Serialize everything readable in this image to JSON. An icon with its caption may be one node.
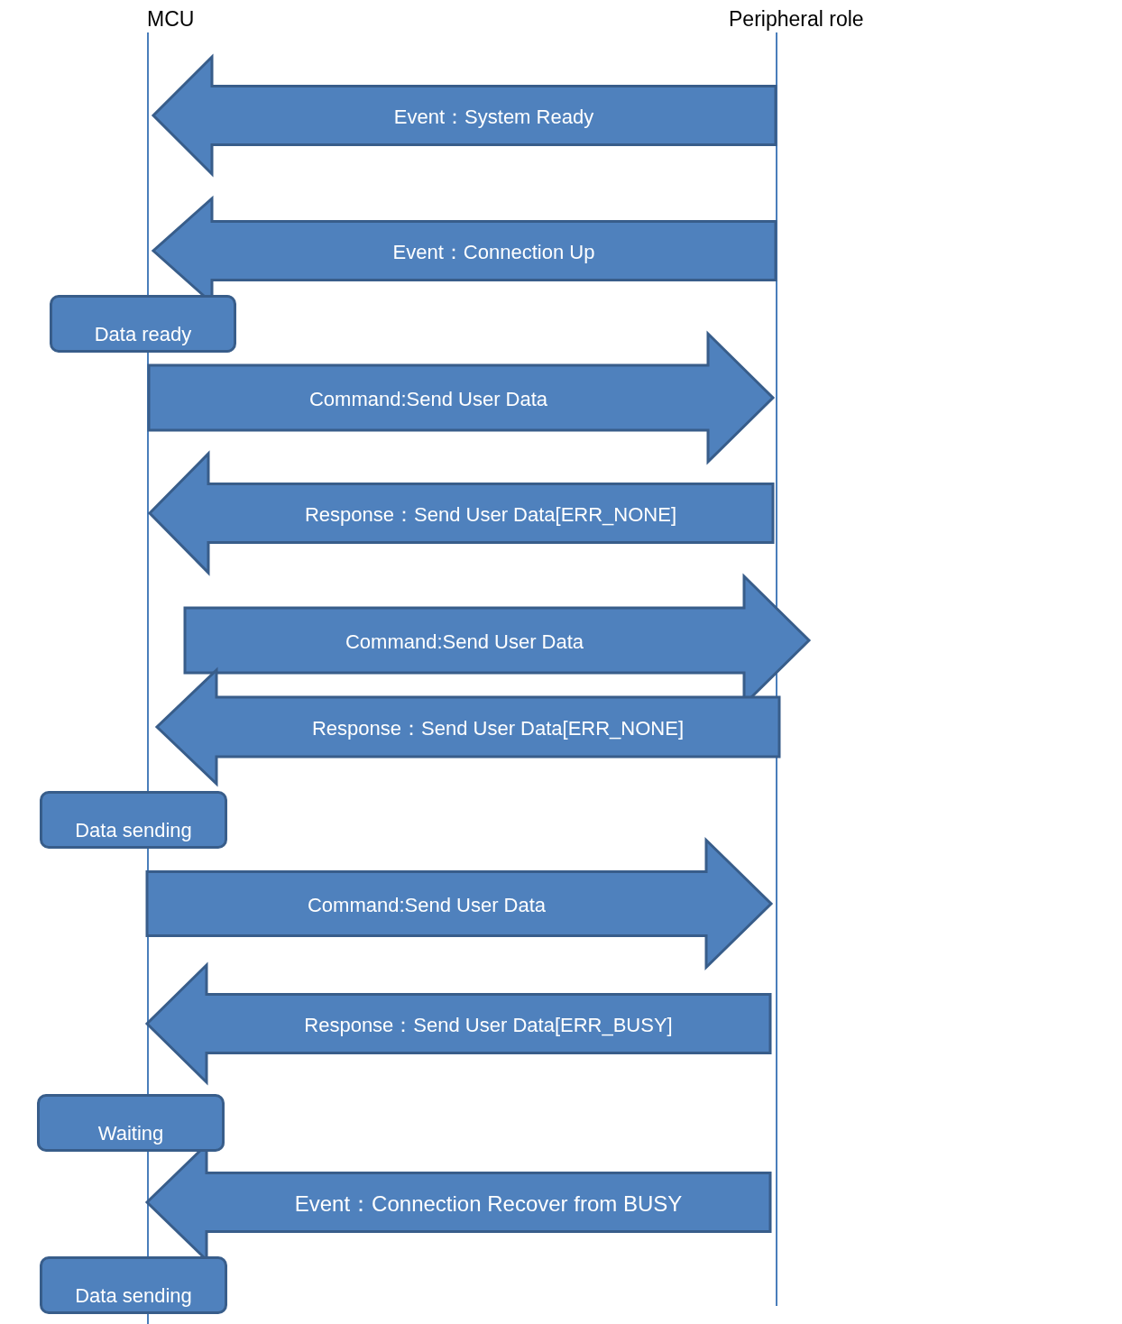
{
  "diagram": {
    "nodes": [
      {
        "text": [
          "MCU"
        ]
      },
      {
        "text": [
          "Peripheral role"
        ]
      },
      {
        "text": [
          "Data ready"
        ]
      },
      {
        "text": [
          "Data sending"
        ]
      },
      {
        "text": [
          "Waiting"
        ]
      },
      {
        "text": [
          "Data sending"
        ]
      }
    ],
    "edges": [
      {
        "from": 1,
        "to": 0,
        "arrow": "to",
        "style": "thick",
        "label": "Event：System Ready"
      },
      {
        "from": 1,
        "to": 0,
        "arrow": "to",
        "style": "thick",
        "label": "Event：Connection Up"
      },
      {
        "from": 0,
        "to": 1,
        "arrow": "to",
        "style": "thick",
        "label": "Command:Send User Data"
      },
      {
        "from": 1,
        "to": 0,
        "arrow": "to",
        "style": "thick",
        "label": "Response：Send User Data[ERR_NONE]"
      },
      {
        "from": 0,
        "to": 1,
        "arrow": "to",
        "style": "thick",
        "label": "Command:Send User Data"
      },
      {
        "from": 1,
        "to": 0,
        "arrow": "to",
        "style": "thick",
        "label": "Response：Send User Data[ERR_NONE]"
      },
      {
        "from": 0,
        "to": 1,
        "arrow": "to",
        "style": "thick",
        "label": "Command:Send User Data"
      },
      {
        "from": 1,
        "to": 0,
        "arrow": "to",
        "style": "thick",
        "label": "Response：Send User Data[ERR_BUSY]"
      },
      {
        "from": 1,
        "to": 0,
        "arrow": "to",
        "style": "thick",
        "label": "Event：Connection Recover from BUSY"
      }
    ]
  }
}
